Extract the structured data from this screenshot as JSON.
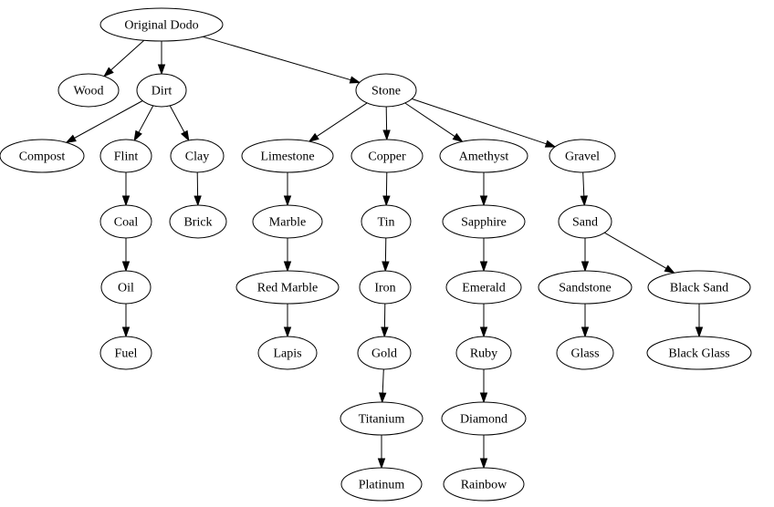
{
  "nodes": [
    {
      "id": "original_dodo",
      "label": "Original Dodo"
    },
    {
      "id": "wood",
      "label": "Wood"
    },
    {
      "id": "dirt",
      "label": "Dirt"
    },
    {
      "id": "stone",
      "label": "Stone"
    },
    {
      "id": "compost",
      "label": "Compost"
    },
    {
      "id": "flint",
      "label": "Flint"
    },
    {
      "id": "clay",
      "label": "Clay"
    },
    {
      "id": "limestone",
      "label": "Limestone"
    },
    {
      "id": "copper",
      "label": "Copper"
    },
    {
      "id": "amethyst",
      "label": "Amethyst"
    },
    {
      "id": "gravel",
      "label": "Gravel"
    },
    {
      "id": "coal",
      "label": "Coal"
    },
    {
      "id": "brick",
      "label": "Brick"
    },
    {
      "id": "marble",
      "label": "Marble"
    },
    {
      "id": "tin",
      "label": "Tin"
    },
    {
      "id": "sapphire",
      "label": "Sapphire"
    },
    {
      "id": "sand",
      "label": "Sand"
    },
    {
      "id": "oil",
      "label": "Oil"
    },
    {
      "id": "red_marble",
      "label": "Red Marble"
    },
    {
      "id": "iron",
      "label": "Iron"
    },
    {
      "id": "emerald",
      "label": "Emerald"
    },
    {
      "id": "sandstone",
      "label": "Sandstone"
    },
    {
      "id": "black_sand",
      "label": "Black Sand"
    },
    {
      "id": "fuel",
      "label": "Fuel"
    },
    {
      "id": "lapis",
      "label": "Lapis"
    },
    {
      "id": "gold",
      "label": "Gold"
    },
    {
      "id": "ruby",
      "label": "Ruby"
    },
    {
      "id": "glass",
      "label": "Glass"
    },
    {
      "id": "black_glass",
      "label": "Black Glass"
    },
    {
      "id": "titanium",
      "label": "Titanium"
    },
    {
      "id": "diamond",
      "label": "Diamond"
    },
    {
      "id": "platinum",
      "label": "Platinum"
    },
    {
      "id": "rainbow",
      "label": "Rainbow"
    }
  ],
  "edges": [
    [
      "original_dodo",
      "wood"
    ],
    [
      "original_dodo",
      "dirt"
    ],
    [
      "original_dodo",
      "stone"
    ],
    [
      "dirt",
      "compost"
    ],
    [
      "dirt",
      "flint"
    ],
    [
      "dirt",
      "clay"
    ],
    [
      "stone",
      "limestone"
    ],
    [
      "stone",
      "copper"
    ],
    [
      "stone",
      "amethyst"
    ],
    [
      "stone",
      "gravel"
    ],
    [
      "flint",
      "coal"
    ],
    [
      "clay",
      "brick"
    ],
    [
      "limestone",
      "marble"
    ],
    [
      "copper",
      "tin"
    ],
    [
      "amethyst",
      "sapphire"
    ],
    [
      "gravel",
      "sand"
    ],
    [
      "coal",
      "oil"
    ],
    [
      "marble",
      "red_marble"
    ],
    [
      "tin",
      "iron"
    ],
    [
      "sapphire",
      "emerald"
    ],
    [
      "sand",
      "sandstone"
    ],
    [
      "sand",
      "black_sand"
    ],
    [
      "oil",
      "fuel"
    ],
    [
      "red_marble",
      "lapis"
    ],
    [
      "iron",
      "gold"
    ],
    [
      "emerald",
      "ruby"
    ],
    [
      "sandstone",
      "glass"
    ],
    [
      "black_sand",
      "black_glass"
    ],
    [
      "gold",
      "titanium"
    ],
    [
      "ruby",
      "diamond"
    ],
    [
      "titanium",
      "platinum"
    ],
    [
      "diamond",
      "rainbow"
    ]
  ]
}
